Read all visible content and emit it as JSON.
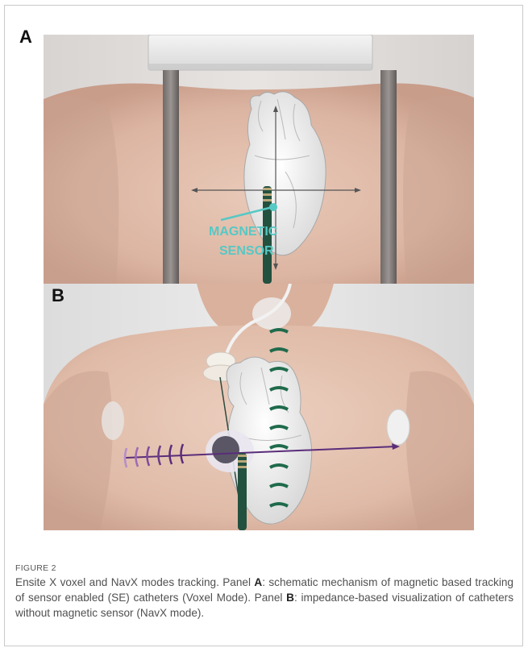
{
  "figure": {
    "panel_a": {
      "label": "A",
      "sensor_label_line1": "MAGNETIC",
      "sensor_label_line2": "SENSOR"
    },
    "panel_b": {
      "label": "B"
    },
    "caption": {
      "figure_number": "FIGURE 2",
      "sentence1": "Ensite X voxel and NavX modes tracking. Panel ",
      "panel_a_ref": "A",
      "sentence2": ": schematic mechanism of magnetic based tracking of sensor enabled (SE) catheters (Voxel Mode). Panel ",
      "panel_b_ref": "B",
      "sentence3": ": impedance-based visualization of catheters without magnetic sensor (NavX mode)."
    },
    "colors": {
      "sensor_label": "#57c8c4",
      "catheter": "#23513f",
      "navx_axis": "#5a2d7a",
      "voxel_waves": "#1f6b4c"
    }
  }
}
